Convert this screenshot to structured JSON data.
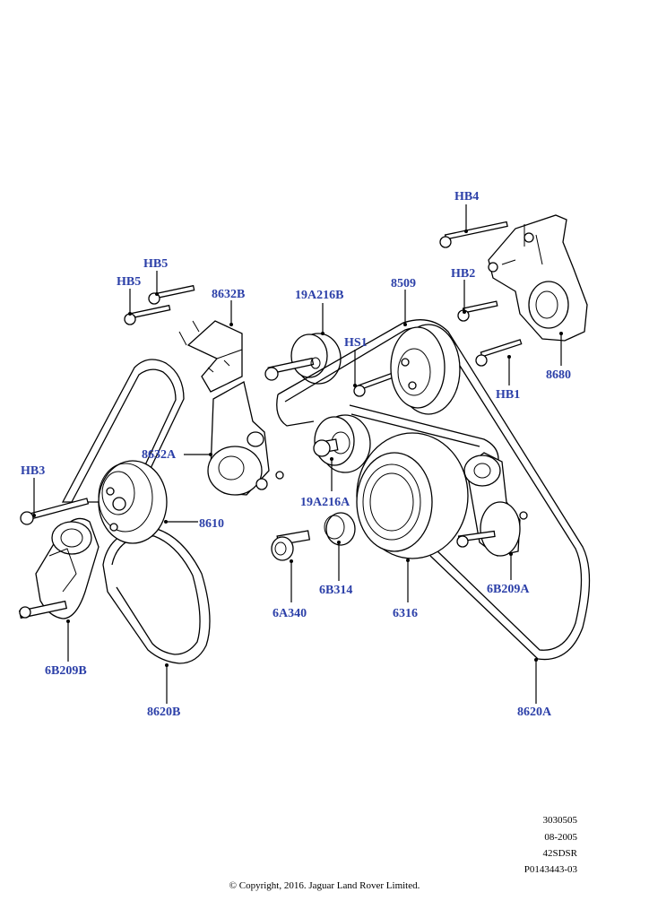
{
  "callouts": {
    "hb4": "HB4",
    "hb5_a": "HB5",
    "hb5_b": "HB5",
    "p8632b": "8632B",
    "p19a216b": "19A216B",
    "p8509": "8509",
    "hb2": "HB2",
    "hs1": "HS1",
    "p8680": "8680",
    "hb1": "HB1",
    "hb3": "HB3",
    "p8632a": "8632A",
    "p8610": "8610",
    "p19a216a": "19A216A",
    "p6b314": "6B314",
    "p6a340": "6A340",
    "p6316": "6316",
    "p6b209a": "6B209A",
    "p6b209b": "6B209B",
    "p8620b": "8620B",
    "p8620a": "8620A"
  },
  "reference": {
    "line1": "3030505",
    "line2": "08-2005",
    "line3": "42SDSR",
    "line4": "P0143443-03"
  },
  "copyright": "© Copyright, 2016. Jaguar Land Rover Limited.",
  "colors": {
    "callout": "#2b3fa8",
    "line": "#000000",
    "background": "#ffffff"
  }
}
